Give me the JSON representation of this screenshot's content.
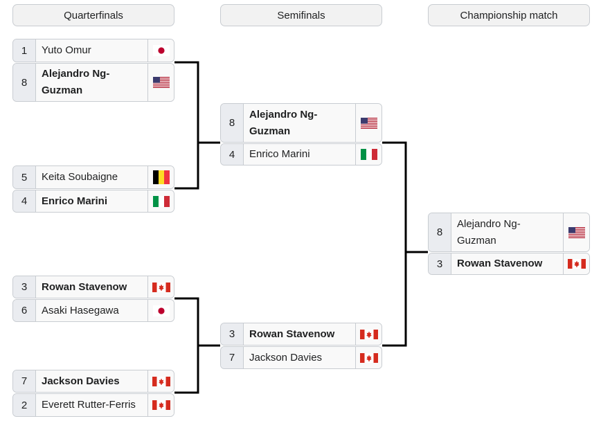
{
  "rounds": {
    "quarterfinals": "Quarterfinals",
    "semifinals": "Semifinals",
    "championship": "Championship match"
  },
  "quarterfinals": [
    {
      "top": {
        "seed": "1",
        "name": "Yuto Omur",
        "flag": "japan-flag-icon",
        "winner": false
      },
      "bottom": {
        "seed": "8",
        "name": "Alejandro Ng-Guzman",
        "flag": "usa-flag-icon",
        "winner": true
      }
    },
    {
      "top": {
        "seed": "5",
        "name": "Keita Soubaigne",
        "flag": "belgium-flag-icon",
        "winner": false
      },
      "bottom": {
        "seed": "4",
        "name": "Enrico Marini",
        "flag": "italy-flag-icon",
        "winner": true
      }
    },
    {
      "top": {
        "seed": "3",
        "name": "Rowan Stavenow",
        "flag": "canada-flag-icon",
        "winner": true
      },
      "bottom": {
        "seed": "6",
        "name": "Asaki Hasegawa",
        "flag": "japan-flag-icon",
        "winner": false
      }
    },
    {
      "top": {
        "seed": "7",
        "name": "Jackson Davies",
        "flag": "canada-flag-icon",
        "winner": true
      },
      "bottom": {
        "seed": "2",
        "name": "Everett Rutter-Ferris",
        "flag": "canada-flag-icon",
        "winner": false
      }
    }
  ],
  "semifinals": [
    {
      "top": {
        "seed": "8",
        "name": "Alejandro Ng-Guzman",
        "flag": "usa-flag-icon",
        "winner": true
      },
      "bottom": {
        "seed": "4",
        "name": "Enrico Marini",
        "flag": "italy-flag-icon",
        "winner": false
      }
    },
    {
      "top": {
        "seed": "3",
        "name": "Rowan Stavenow",
        "flag": "canada-flag-icon",
        "winner": true
      },
      "bottom": {
        "seed": "7",
        "name": "Jackson Davies",
        "flag": "canada-flag-icon",
        "winner": false
      }
    }
  ],
  "final": {
    "top": {
      "seed": "8",
      "name": "Alejandro Ng-Guzman",
      "flag": "usa-flag-icon",
      "winner": false
    },
    "bottom": {
      "seed": "3",
      "name": "Rowan Stavenow",
      "flag": "canada-flag-icon",
      "winner": true
    }
  },
  "colors": {
    "box_bg": "#f9f9f9",
    "seed_bg": "#eaecf0",
    "border": "#c8ccd1",
    "connector": "#000000"
  }
}
